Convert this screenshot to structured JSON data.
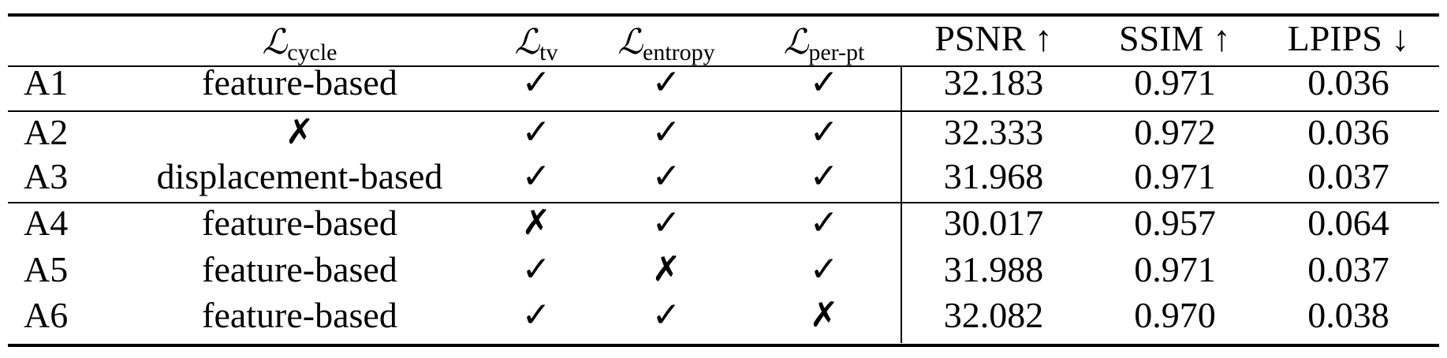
{
  "header": {
    "loss_symbol": "ℒ",
    "cycle_sub": "cycle",
    "tv_sub": "tv",
    "entropy_sub": "entropy",
    "perpt_sub": "per-pt",
    "psnr": "PSNR ↑",
    "ssim": "SSIM ↑",
    "lpips": "LPIPS ↓"
  },
  "rows": [
    {
      "id": "A1",
      "cycle": "feature-based",
      "tv": "✓",
      "entropy": "✓",
      "perpt": "✓",
      "psnr": "32.183",
      "ssim": "0.971",
      "lpips": "0.036"
    },
    {
      "id": "A2",
      "cycle": "✗",
      "tv": "✓",
      "entropy": "✓",
      "perpt": "✓",
      "psnr": "32.333",
      "ssim": "0.972",
      "lpips": "0.036"
    },
    {
      "id": "A3",
      "cycle": "displacement-based",
      "tv": "✓",
      "entropy": "✓",
      "perpt": "✓",
      "psnr": "31.968",
      "ssim": "0.971",
      "lpips": "0.037"
    },
    {
      "id": "A4",
      "cycle": "feature-based",
      "tv": "✗",
      "entropy": "✓",
      "perpt": "✓",
      "psnr": "30.017",
      "ssim": "0.957",
      "lpips": "0.064"
    },
    {
      "id": "A5",
      "cycle": "feature-based",
      "tv": "✓",
      "entropy": "✗",
      "perpt": "✓",
      "psnr": "31.988",
      "ssim": "0.971",
      "lpips": "0.037"
    },
    {
      "id": "A6",
      "cycle": "feature-based",
      "tv": "✓",
      "entropy": "✓",
      "perpt": "✗",
      "psnr": "32.082",
      "ssim": "0.970",
      "lpips": "0.038"
    }
  ]
}
